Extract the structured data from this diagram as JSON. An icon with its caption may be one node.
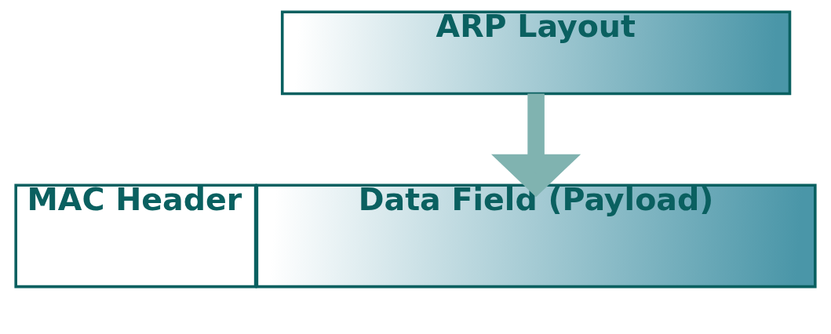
{
  "diagram": {
    "nodes": [
      {
        "text": [
          "ARP Layout"
        ]
      },
      {
        "text": [
          "MAC Header"
        ]
      },
      {
        "text": [
          "Data Field (Payload)"
        ]
      }
    ],
    "edges": [
      {
        "from": 0,
        "to": 2,
        "arrow": "to"
      }
    ]
  }
}
